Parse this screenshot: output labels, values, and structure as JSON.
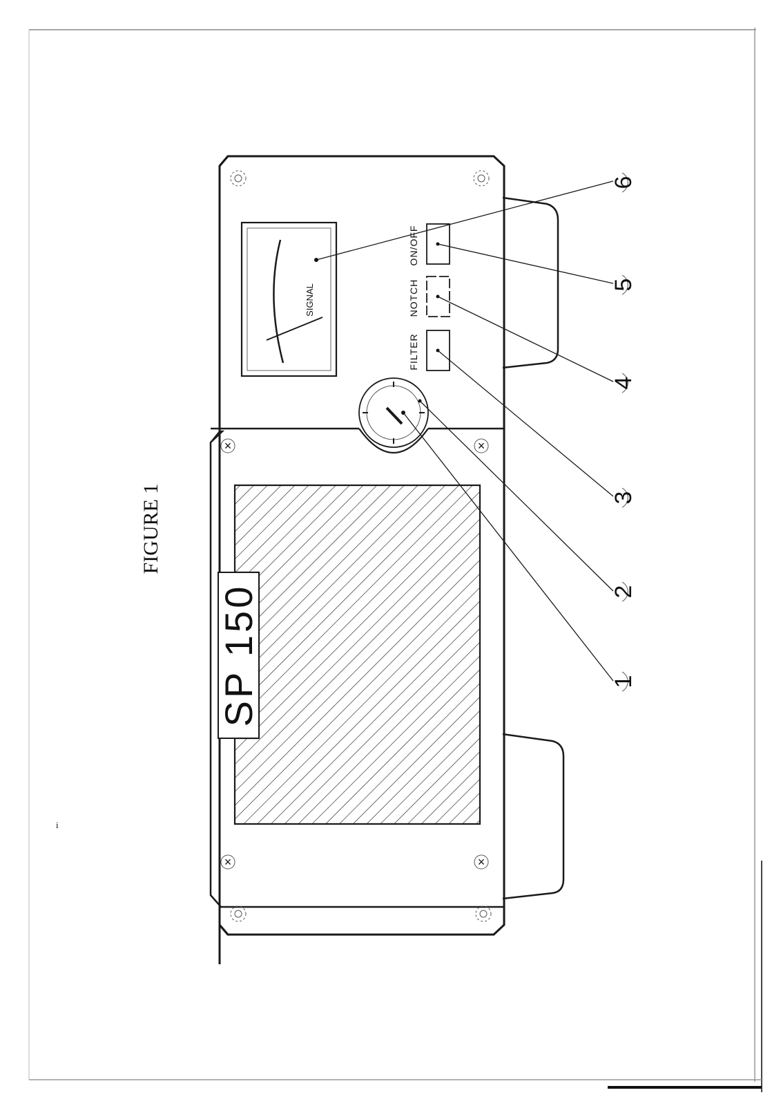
{
  "figure": {
    "title": "FIGURE 1"
  },
  "device": {
    "model": "SP 150",
    "meter_label": "SIGNAL",
    "buttons": [
      {
        "label": "FILTER"
      },
      {
        "label": "NOTCH"
      },
      {
        "label": "ON/OFF"
      }
    ]
  },
  "callouts": [
    {
      "number": "1"
    },
    {
      "number": "2"
    },
    {
      "number": "3"
    },
    {
      "number": "4"
    },
    {
      "number": "5"
    },
    {
      "number": "6"
    }
  ],
  "margin_mark": "i"
}
